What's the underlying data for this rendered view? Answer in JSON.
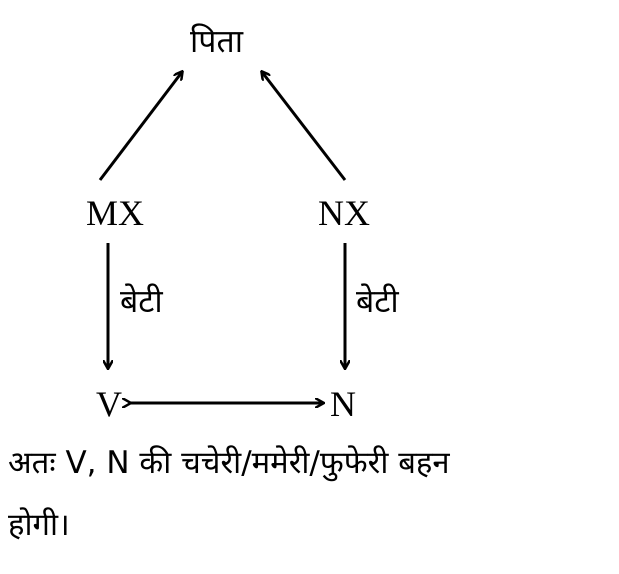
{
  "nodes": {
    "top": "पिता",
    "left_parent": "MX",
    "right_parent": "NX",
    "left_child": "V",
    "right_child": "N"
  },
  "edges": {
    "left_relation": "बेटी",
    "right_relation": "बेटी"
  },
  "conclusion": {
    "line1": "अतः V, N की चचेरी/ममेरी/फुफेरी बहन",
    "line2": "होगी।"
  }
}
